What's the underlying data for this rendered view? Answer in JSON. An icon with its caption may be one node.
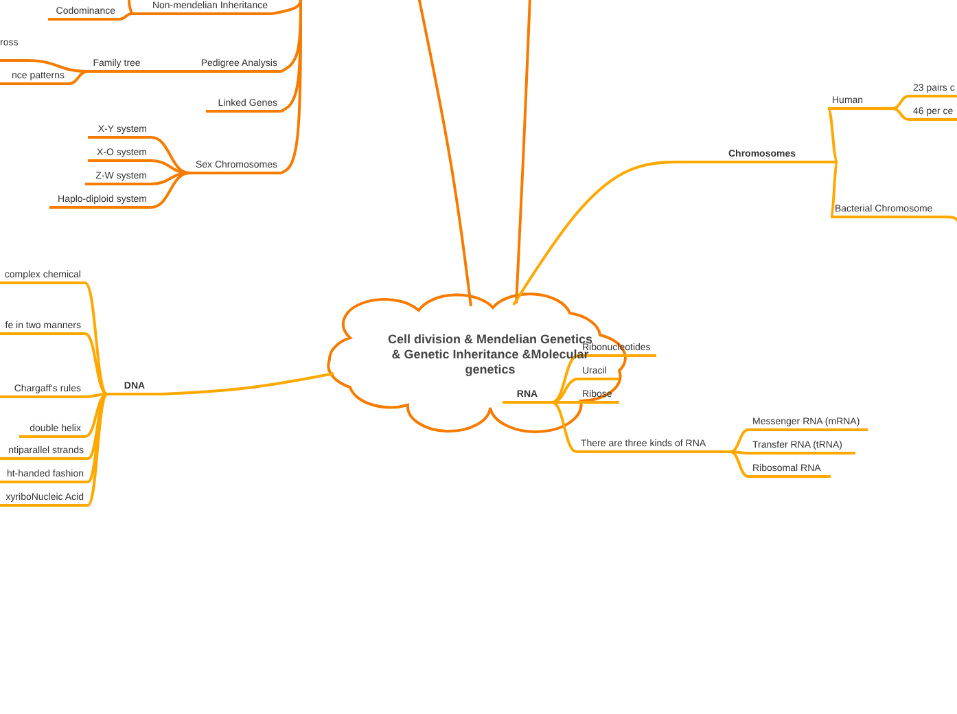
{
  "diagram": {
    "nodes": [
      {
        "text": [
          "Cell division & Mendelian Genetics & Genetic Inheritance &Molecular genetics"
        ]
      },
      {
        "text": [
          "Non-mendelian Inheritance"
        ]
      },
      {
        "text": [
          "Codominance"
        ]
      },
      {
        "text": [
          "ross"
        ]
      },
      {
        "text": [
          "nce patterns"
        ]
      },
      {
        "text": [
          "Family tree"
        ]
      },
      {
        "text": [
          "Pedigree Analysis"
        ]
      },
      {
        "text": [
          "Linked Genes"
        ]
      },
      {
        "text": [
          "Sex Chromosomes"
        ]
      },
      {
        "text": [
          "X-Y system"
        ]
      },
      {
        "text": [
          "X-O system"
        ]
      },
      {
        "text": [
          "Z-W system"
        ]
      },
      {
        "text": [
          "Haplo-diploid system"
        ]
      },
      {
        "text": [
          "DNA"
        ]
      },
      {
        "text": [
          "complex chemical"
        ]
      },
      {
        "text": [
          "fe in two manners"
        ]
      },
      {
        "text": [
          "Chargaff's rules"
        ]
      },
      {
        "text": [
          "double helix"
        ]
      },
      {
        "text": [
          "ntiparallel strands"
        ]
      },
      {
        "text": [
          "ht-handed fashion"
        ]
      },
      {
        "text": [
          "xyriboNucleic Acid"
        ]
      },
      {
        "text": [
          "Chromosomes"
        ]
      },
      {
        "text": [
          "Human"
        ]
      },
      {
        "text": [
          "23 pairs c"
        ]
      },
      {
        "text": [
          "46 per ce"
        ]
      },
      {
        "text": [
          "Bacterial Chromosome"
        ]
      },
      {
        "text": [
          "RNA"
        ],
        "in": 0
      },
      {
        "text": [
          "Ribonucleotides"
        ]
      },
      {
        "text": [
          "Uracil"
        ],
        "in": 0
      },
      {
        "text": [
          "Ribose"
        ],
        "in": 0
      },
      {
        "text": [
          "There are three kinds of RNA"
        ]
      },
      {
        "text": [
          "Messenger RNA (mRNA)"
        ]
      },
      {
        "text": [
          "Transfer RNA (tRNA)"
        ]
      },
      {
        "text": [
          "Ribosomal RNA"
        ]
      }
    ],
    "edges": [
      {
        "from": 0,
        "to": null,
        "arrow": "none",
        "color": "#f57c00"
      },
      {
        "from": 0,
        "to": null,
        "arrow": "none",
        "color": "#f57c00"
      },
      {
        "from": null,
        "to": 1,
        "arrow": "none",
        "color": "#f57c00"
      },
      {
        "from": 1,
        "to": null,
        "arrow": "none",
        "color": "#f57c00"
      },
      {
        "from": 1,
        "to": 2,
        "arrow": "none",
        "color": "#f57c00"
      },
      {
        "from": null,
        "to": 6,
        "arrow": "none",
        "color": "#f57c00"
      },
      {
        "from": 6,
        "to": 5,
        "arrow": "none",
        "color": "#f57c00"
      },
      {
        "from": 5,
        "to": 3,
        "arrow": "none",
        "color": "#f57c00"
      },
      {
        "from": 5,
        "to": 4,
        "arrow": "none",
        "color": "#f57c00"
      },
      {
        "from": null,
        "to": 7,
        "arrow": "none",
        "color": "#f57c00"
      },
      {
        "from": null,
        "to": 8,
        "arrow": "none",
        "color": "#f57c00"
      },
      {
        "from": 8,
        "to": 9,
        "arrow": "none",
        "color": "#f57c00"
      },
      {
        "from": 8,
        "to": 10,
        "arrow": "none",
        "color": "#f57c00"
      },
      {
        "from": 8,
        "to": 11,
        "arrow": "none",
        "color": "#f57c00"
      },
      {
        "from": 8,
        "to": 12,
        "arrow": "none",
        "color": "#f57c00"
      },
      {
        "from": 0,
        "to": 13,
        "arrow": "none"
      },
      {
        "from": 13,
        "to": 14,
        "arrow": "none"
      },
      {
        "from": 13,
        "to": 15,
        "arrow": "none"
      },
      {
        "from": 13,
        "to": 16,
        "arrow": "none"
      },
      {
        "from": 13,
        "to": 17,
        "arrow": "none"
      },
      {
        "from": 13,
        "to": 18,
        "arrow": "none"
      },
      {
        "from": 13,
        "to": 19,
        "arrow": "none"
      },
      {
        "from": 13,
        "to": 20,
        "arrow": "none"
      },
      {
        "from": 0,
        "to": 21,
        "arrow": "none"
      },
      {
        "from": 21,
        "to": 22,
        "arrow": "none"
      },
      {
        "from": 22,
        "to": 23,
        "arrow": "none"
      },
      {
        "from": 22,
        "to": 24,
        "arrow": "none"
      },
      {
        "from": 21,
        "to": 25,
        "arrow": "none"
      },
      {
        "from": 25,
        "to": null,
        "arrow": "none"
      },
      {
        "from": 26,
        "to": 27,
        "arrow": "none"
      },
      {
        "from": 26,
        "to": 28,
        "arrow": "none"
      },
      {
        "from": 26,
        "to": 29,
        "arrow": "none"
      },
      {
        "from": 26,
        "to": 30,
        "arrow": "none"
      },
      {
        "from": 30,
        "to": 31,
        "arrow": "none"
      },
      {
        "from": 30,
        "to": 32,
        "arrow": "none"
      },
      {
        "from": 30,
        "to": 33,
        "arrow": "none"
      }
    ]
  }
}
